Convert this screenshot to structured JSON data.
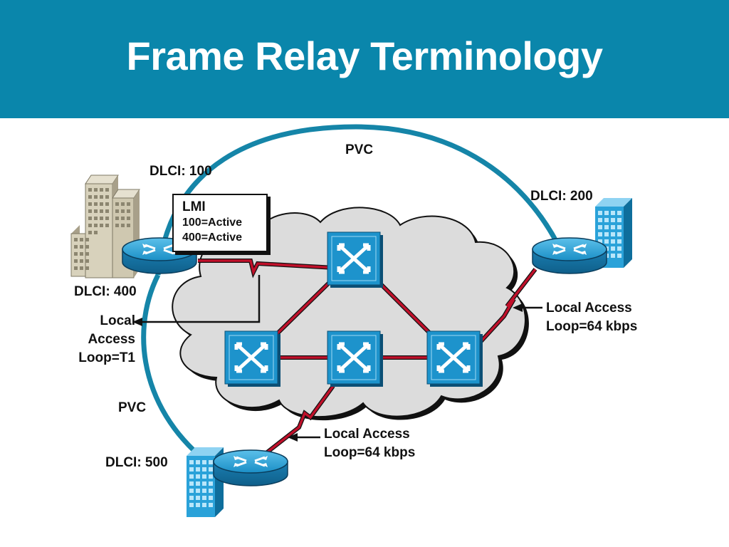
{
  "title": "Frame Relay Terminology",
  "labels": {
    "pvc_top": "PVC",
    "pvc_bottom": "PVC",
    "dlci_100": "DLCI: 100",
    "dlci_200": "DLCI: 200",
    "dlci_400": "DLCI: 400",
    "dlci_500": "DLCI: 500",
    "local_access_left": [
      "Local",
      "Access",
      "Loop=T1"
    ],
    "local_access_right": [
      "Local Access",
      "Loop=64 kbps"
    ],
    "local_access_bottom": [
      "Local Access",
      "Loop=64 kbps"
    ]
  },
  "lmi": {
    "title": "LMI",
    "line1": "100=Active",
    "line2": "400=Active"
  },
  "colors": {
    "header": "#0a86ab",
    "pvc_line": "#1585a8",
    "link_line": "#c0102a",
    "device": "#1a8fc4",
    "cloud": "#dcdcdc"
  },
  "icons": [
    "frame-relay-switch-icon",
    "router-icon",
    "building-icon"
  ]
}
